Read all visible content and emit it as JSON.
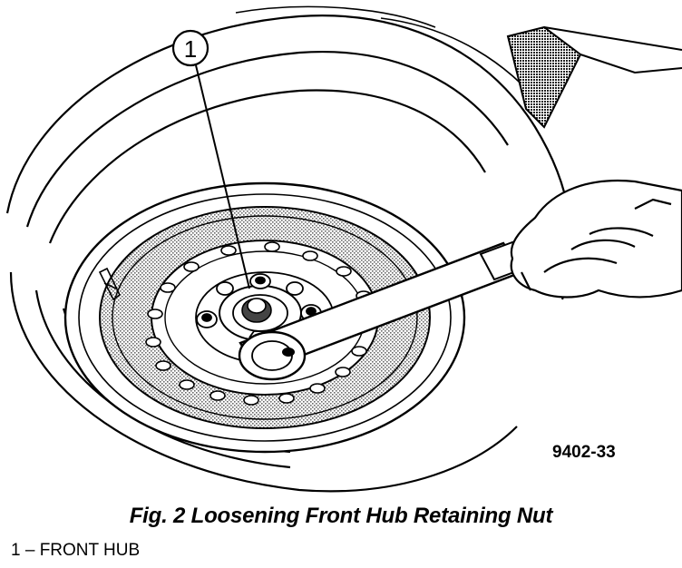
{
  "figure": {
    "code": "9402-33",
    "caption": "Fig. 2 Loosening Front Hub Retaining Nut",
    "callout": "1",
    "legend": "1 – FRONT HUB"
  },
  "colors": {
    "ink": "#000000",
    "rim_stipple": "#b8b8b8",
    "paper": "#ffffff"
  }
}
